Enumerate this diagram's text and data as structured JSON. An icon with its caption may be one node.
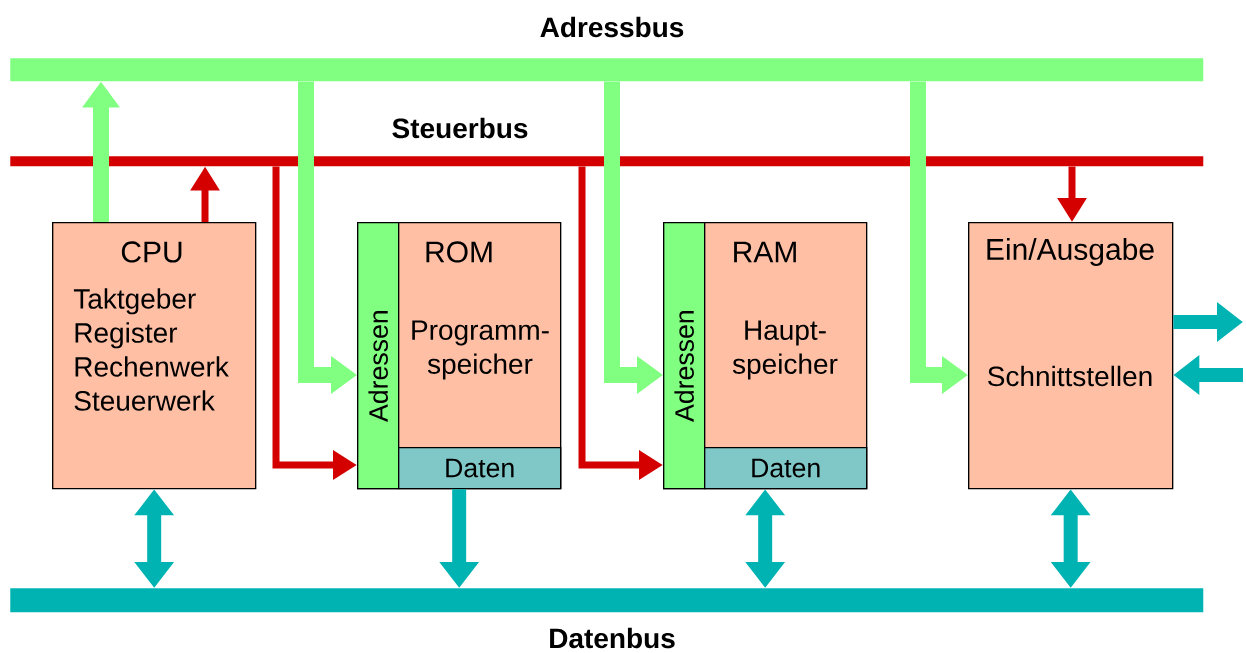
{
  "diagram": {
    "nodes": [
      {
        "text": [
          "Adressbus"
        ]
      },
      {
        "text": [
          "Steuerbus"
        ]
      },
      {
        "text": [
          "CPU",
          "Taktgeber Register Rechenwerk Steuerwerk"
        ]
      },
      {
        "text": [
          "ROM",
          "Programm- speicher"
        ]
      },
      {
        "text": [
          "Adressen"
        ],
        "in": 3
      },
      {
        "text": [
          "Daten"
        ],
        "in": 3
      },
      {
        "text": [
          "RAM",
          "Haupt- speicher"
        ]
      },
      {
        "text": [
          "Adressen"
        ],
        "in": 6
      },
      {
        "text": [
          "Daten"
        ],
        "in": 6
      },
      {
        "text": [
          "Ein/Ausgabe",
          "Schnittstellen"
        ]
      },
      {
        "text": [
          "Datenbus"
        ]
      }
    ],
    "edges": [
      {
        "from": 2,
        "to": 0,
        "arrow": "to",
        "color": "#80ff80"
      },
      {
        "from": 2,
        "to": 1,
        "arrow": "to",
        "color": "#d40000"
      },
      {
        "from": 0,
        "to": 4,
        "arrow": "to",
        "color": "#80ff80"
      },
      {
        "from": 1,
        "to": 4,
        "arrow": "to",
        "color": "#d40000"
      },
      {
        "from": 0,
        "to": 7,
        "arrow": "to",
        "color": "#80ff80"
      },
      {
        "from": 1,
        "to": 7,
        "arrow": "to",
        "color": "#d40000"
      },
      {
        "from": 0,
        "to": 9,
        "arrow": "to",
        "color": "#80ff80"
      },
      {
        "from": 1,
        "to": 9,
        "arrow": "to",
        "color": "#d40000"
      },
      {
        "from": 2,
        "to": 10,
        "arrow": "both",
        "color": "#00b3b3"
      },
      {
        "from": 3,
        "to": 10,
        "arrow": "to",
        "color": "#00b3b3"
      },
      {
        "from": 6,
        "to": 10,
        "arrow": "both",
        "color": "#00b3b3"
      },
      {
        "from": 9,
        "to": 10,
        "arrow": "both",
        "color": "#00b3b3"
      },
      {
        "from": 9,
        "to": null,
        "arrow": "to",
        "color": "#00b3b3"
      },
      {
        "from": null,
        "to": 9,
        "arrow": "to",
        "color": "#00b3b3"
      }
    ]
  }
}
